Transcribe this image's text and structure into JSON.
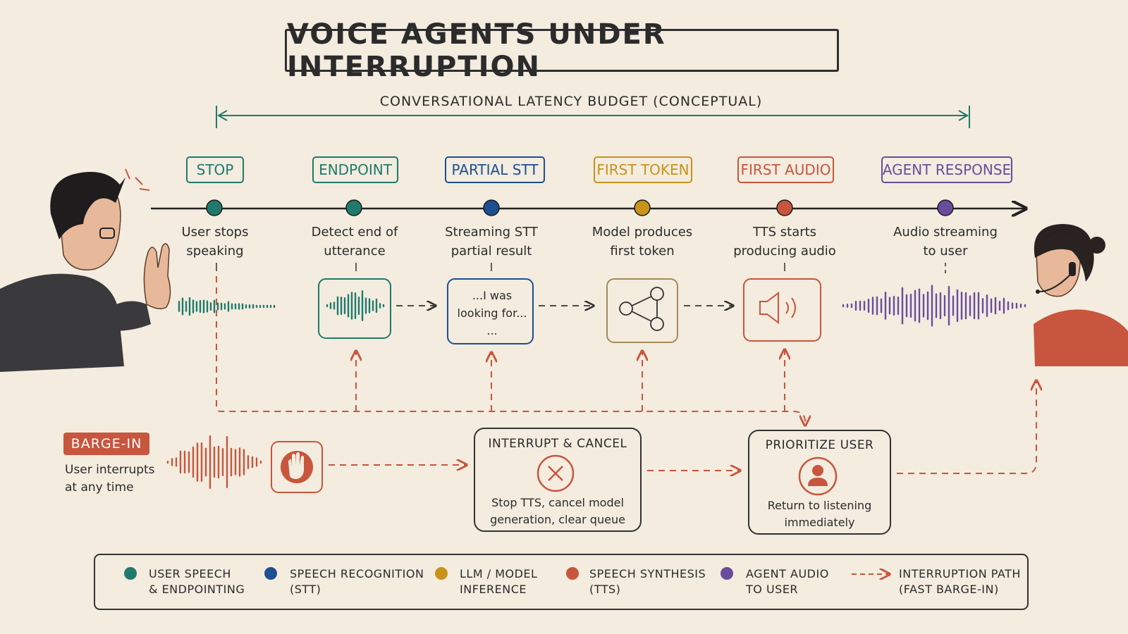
{
  "title": "VOICE AGENTS UNDER INTERRUPTION",
  "budget_label": "CONVERSATIONAL LATENCY BUDGET (CONCEPTUAL)",
  "stages": [
    {
      "label": "STOP",
      "desc_line1": "User stops",
      "desc_line2": "speaking",
      "color": "#1f7a6c"
    },
    {
      "label": "ENDPOINT",
      "desc_line1": "Detect end of",
      "desc_line2": "utterance",
      "color": "#1f7a6c"
    },
    {
      "label": "PARTIAL STT",
      "desc_line1": "Streaming STT",
      "desc_line2": "partial result",
      "color": "#1d4f91"
    },
    {
      "label": "FIRST TOKEN",
      "desc_line1": "Model produces",
      "desc_line2": "first token",
      "color": "#c9921a"
    },
    {
      "label": "FIRST AUDIO",
      "desc_line1": "TTS starts",
      "desc_line2": "producing audio",
      "color": "#c8553d"
    },
    {
      "label": "AGENT RESPONSE",
      "desc_line1": "Audio streaming",
      "desc_line2": "to user",
      "color": "#6a4c9c"
    }
  ],
  "stt_partial": {
    "line1": "...I was",
    "line2": "looking for...",
    "line3": "..."
  },
  "barge_in": {
    "badge": "BARGE-IN",
    "line1": "User interrupts",
    "line2": "at any time"
  },
  "interrupt_box": {
    "title": "INTERRUPT & CANCEL",
    "line1": "Stop TTS, cancel model",
    "line2": "generation, clear queue"
  },
  "prioritize_box": {
    "title": "PRIORITIZE USER",
    "line1": "Return to listening",
    "line2": "immediately"
  },
  "legend": [
    {
      "line1": "USER SPEECH",
      "line2": "& ENDPOINTING",
      "color": "#1f7a6c",
      "icon": "dot"
    },
    {
      "line1": "SPEECH RECOGNITION",
      "line2": "(STT)",
      "color": "#1d4f91",
      "icon": "dot"
    },
    {
      "line1": "LLM / MODEL",
      "line2": "INFERENCE",
      "color": "#c9921a",
      "icon": "dot"
    },
    {
      "line1": "SPEECH SYNTHESIS",
      "line2": "(TTS)",
      "color": "#c8553d",
      "icon": "dot"
    },
    {
      "line1": "AGENT AUDIO",
      "line2": "TO USER",
      "color": "#6a4c9c",
      "icon": "dot"
    },
    {
      "line1": "INTERRUPTION PATH",
      "line2": "(FAST BARGE-IN)",
      "color": "#c8553d",
      "icon": "dashed-arrow"
    }
  ],
  "colors": {
    "user": "#1f7a6c",
    "stt": "#1d4f91",
    "llm": "#c9921a",
    "tts": "#c8553d",
    "agent": "#6a4c9c",
    "interrupt": "#c8553d",
    "background": "#f3ecdf"
  }
}
